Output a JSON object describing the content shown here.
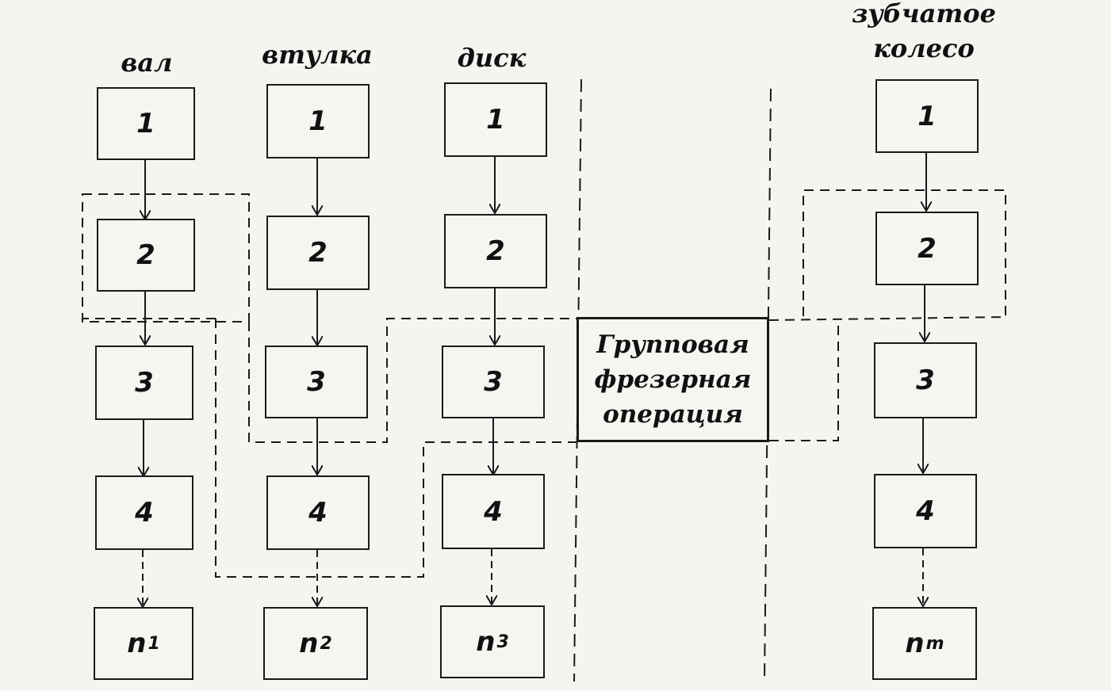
{
  "columns": [
    {
      "title": "вал",
      "ops": [
        "1",
        "2",
        "3",
        "4"
      ],
      "last": {
        "base": "n",
        "sub": "1"
      }
    },
    {
      "title": "втулка",
      "ops": [
        "1",
        "2",
        "3",
        "4"
      ],
      "last": {
        "base": "n",
        "sub": "2"
      }
    },
    {
      "title": "диск",
      "ops": [
        "1",
        "2",
        "3",
        "4"
      ],
      "last": {
        "base": "n",
        "sub": "3"
      }
    },
    {
      "title_line1": "зубчатое",
      "title_line2": "колесо",
      "ops": [
        "1",
        "2",
        "3",
        "4"
      ],
      "last": {
        "base": "n",
        "sub": "m"
      }
    }
  ],
  "group_operation": {
    "line1": "Групповая",
    "line2": "фрезерная",
    "line3": "операция"
  },
  "colors": {
    "ink": "#1a1a1a",
    "background": "#f6f4f0"
  }
}
